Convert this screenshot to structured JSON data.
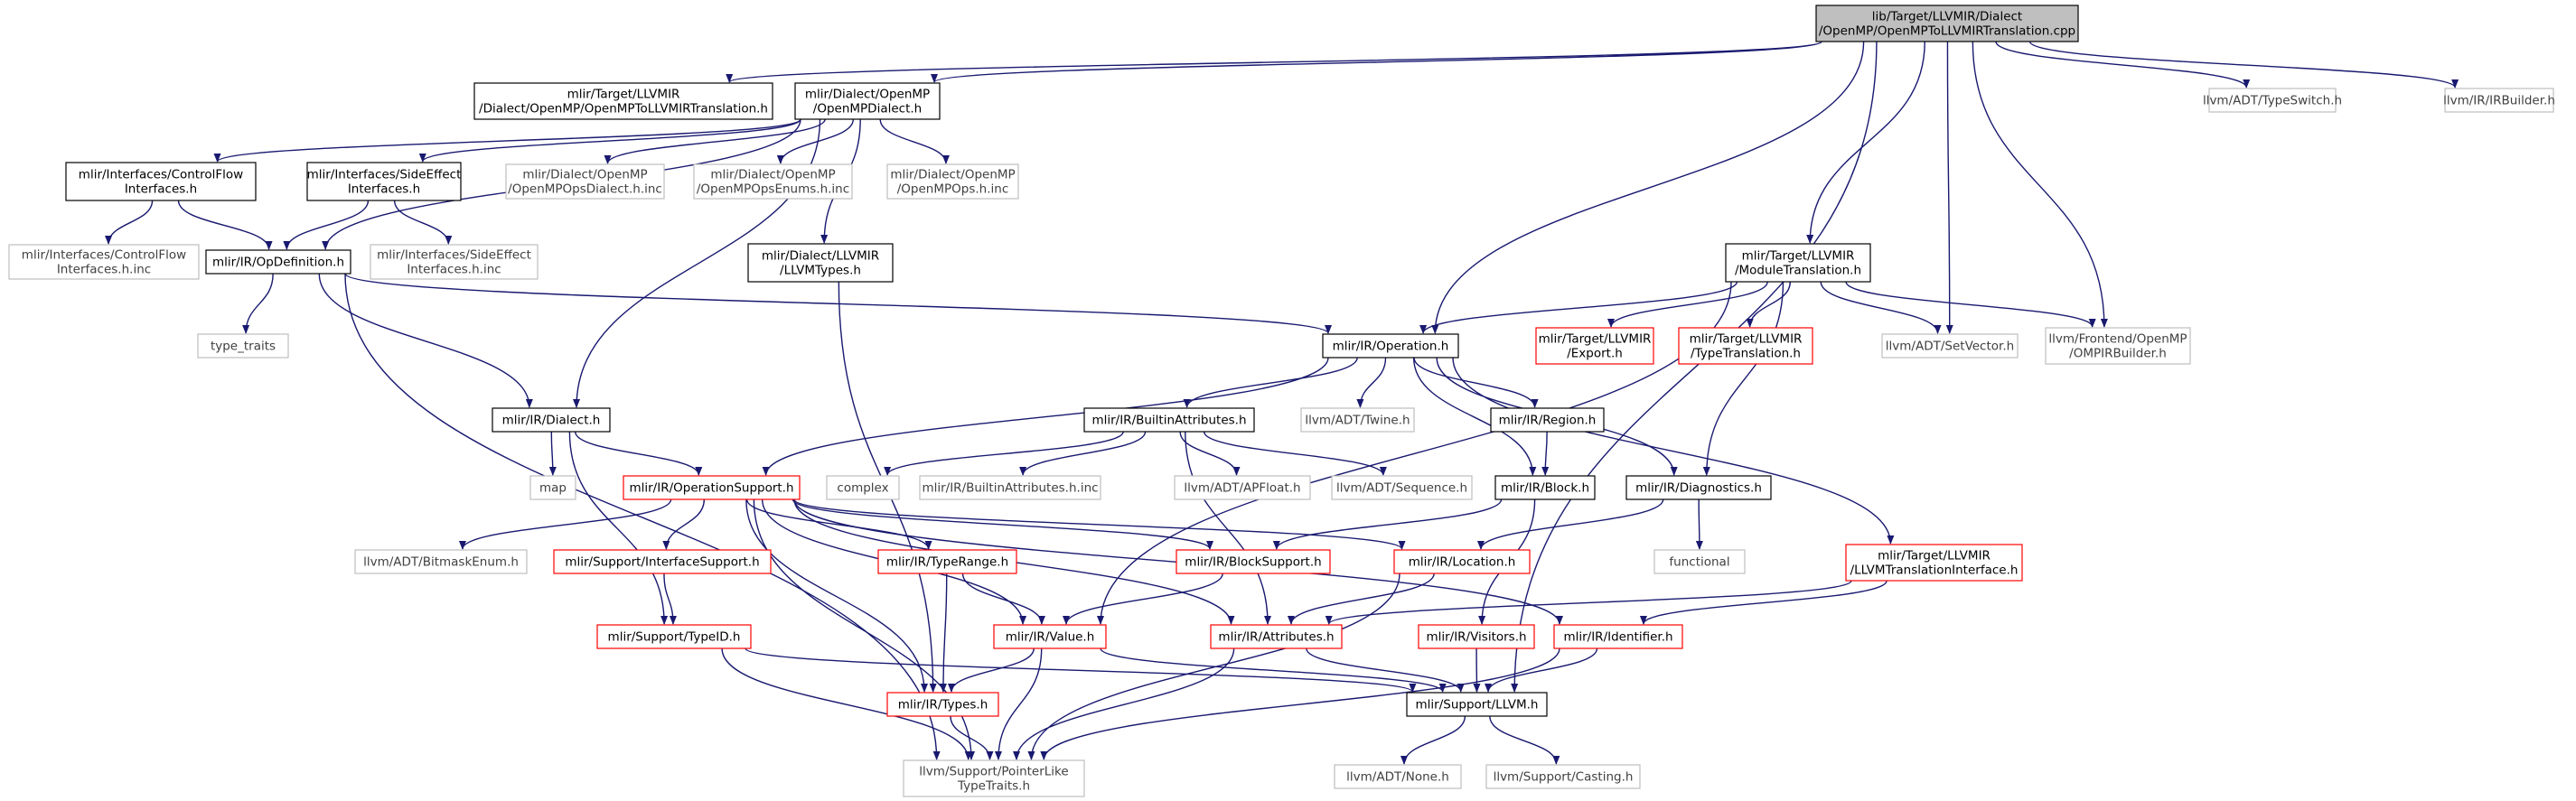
{
  "colors": {
    "edge": "#191970",
    "box_border_default": "#000000",
    "box_border_external": "#bfbfbf",
    "box_border_red": "#ff0000",
    "root_fill": "#bfbfbf",
    "text_default": "#000000",
    "text_external": "#404040"
  },
  "nodes": {
    "root": {
      "lines": [
        "lib/Target/LLVMIR/Dialect",
        "/OpenMP/OpenMPToLLVMIRTranslation.cpp"
      ],
      "kind": "root"
    },
    "omp_to_llvmir_h": {
      "lines": [
        "mlir/Target/LLVMIR",
        "/Dialect/OpenMP/OpenMPToLLVMIRTranslation.h"
      ],
      "kind": "normal"
    },
    "openmp_dialect_h": {
      "lines": [
        "mlir/Dialect/OpenMP",
        "/OpenMPDialect.h"
      ],
      "kind": "normal"
    },
    "typeswitch_h": {
      "lines": [
        "llvm/ADT/TypeSwitch.h"
      ],
      "kind": "external"
    },
    "irbuilder_h": {
      "lines": [
        "llvm/IR/IRBuilder.h"
      ],
      "kind": "external"
    },
    "controlflow_h": {
      "lines": [
        "mlir/Interfaces/ControlFlow",
        "Interfaces.h"
      ],
      "kind": "normal"
    },
    "sideeffect_h": {
      "lines": [
        "mlir/Interfaces/SideEffect",
        "Interfaces.h"
      ],
      "kind": "normal"
    },
    "opsdialect_inc": {
      "lines": [
        "mlir/Dialect/OpenMP",
        "/OpenMPOpsDialect.h.inc"
      ],
      "kind": "external"
    },
    "opsenums_inc": {
      "lines": [
        "mlir/Dialect/OpenMP",
        "/OpenMPOpsEnums.h.inc"
      ],
      "kind": "external"
    },
    "ops_inc": {
      "lines": [
        "mlir/Dialect/OpenMP",
        "/OpenMPOps.h.inc"
      ],
      "kind": "external"
    },
    "controlflow_inc": {
      "lines": [
        "mlir/Interfaces/ControlFlow",
        "Interfaces.h.inc"
      ],
      "kind": "external"
    },
    "sideeffect_inc": {
      "lines": [
        "mlir/Interfaces/SideEffect",
        "Interfaces.h.inc"
      ],
      "kind": "external"
    },
    "opdefinition_h": {
      "lines": [
        "mlir/IR/OpDefinition.h"
      ],
      "kind": "normal"
    },
    "llvmtypes_h": {
      "lines": [
        "mlir/Dialect/LLVMIR",
        "/LLVMTypes.h"
      ],
      "kind": "normal"
    },
    "moduletranslation_h": {
      "lines": [
        "mlir/Target/LLVMIR",
        "/ModuleTranslation.h"
      ],
      "kind": "normal"
    },
    "type_traits": {
      "lines": [
        "type_traits"
      ],
      "kind": "external"
    },
    "operation_h": {
      "lines": [
        "mlir/IR/Operation.h"
      ],
      "kind": "normal"
    },
    "export_h": {
      "lines": [
        "mlir/Target/LLVMIR",
        "/Export.h"
      ],
      "kind": "red"
    },
    "typetranslation_h": {
      "lines": [
        "mlir/Target/LLVMIR",
        "/TypeTranslation.h"
      ],
      "kind": "red"
    },
    "setvector_h": {
      "lines": [
        "llvm/ADT/SetVector.h"
      ],
      "kind": "external"
    },
    "ompirbuilder_h": {
      "lines": [
        "llvm/Frontend/OpenMP",
        "/OMPIRBuilder.h"
      ],
      "kind": "external"
    },
    "dialect_h": {
      "lines": [
        "mlir/IR/Dialect.h"
      ],
      "kind": "normal"
    },
    "builtinattributes_h": {
      "lines": [
        "mlir/IR/BuiltinAttributes.h"
      ],
      "kind": "normal"
    },
    "twine_h": {
      "lines": [
        "llvm/ADT/Twine.h"
      ],
      "kind": "external"
    },
    "region_h": {
      "lines": [
        "mlir/IR/Region.h"
      ],
      "kind": "normal"
    },
    "map": {
      "lines": [
        "map"
      ],
      "kind": "external"
    },
    "operationsupport_h": {
      "lines": [
        "mlir/IR/OperationSupport.h"
      ],
      "kind": "red"
    },
    "complex": {
      "lines": [
        "complex"
      ],
      "kind": "external"
    },
    "builtinattributes_inc": {
      "lines": [
        "mlir/IR/BuiltinAttributes.h.inc"
      ],
      "kind": "external"
    },
    "apfloat_h": {
      "lines": [
        "llvm/ADT/APFloat.h"
      ],
      "kind": "external"
    },
    "sequence_h": {
      "lines": [
        "llvm/ADT/Sequence.h"
      ],
      "kind": "external"
    },
    "block_h": {
      "lines": [
        "mlir/IR/Block.h"
      ],
      "kind": "normal"
    },
    "diagnostics_h": {
      "lines": [
        "mlir/IR/Diagnostics.h"
      ],
      "kind": "normal"
    },
    "llvmtranslationinterface_h": {
      "lines": [
        "mlir/Target/LLVMIR",
        "/LLVMTranslationInterface.h"
      ],
      "kind": "red"
    },
    "bitmaskenum_h": {
      "lines": [
        "llvm/ADT/BitmaskEnum.h"
      ],
      "kind": "external"
    },
    "interfacesupport_h": {
      "lines": [
        "mlir/Support/InterfaceSupport.h"
      ],
      "kind": "red"
    },
    "typerange_h": {
      "lines": [
        "mlir/IR/TypeRange.h"
      ],
      "kind": "red"
    },
    "blocksupport_h": {
      "lines": [
        "mlir/IR/BlockSupport.h"
      ],
      "kind": "red"
    },
    "location_h": {
      "lines": [
        "mlir/IR/Location.h"
      ],
      "kind": "red"
    },
    "functional": {
      "lines": [
        "functional"
      ],
      "kind": "external"
    },
    "typeid_h": {
      "lines": [
        "mlir/Support/TypeID.h"
      ],
      "kind": "red"
    },
    "value_h": {
      "lines": [
        "mlir/IR/Value.h"
      ],
      "kind": "red"
    },
    "attributes_h": {
      "lines": [
        "mlir/IR/Attributes.h"
      ],
      "kind": "red"
    },
    "visitors_h": {
      "lines": [
        "mlir/IR/Visitors.h"
      ],
      "kind": "red"
    },
    "identifier_h": {
      "lines": [
        "mlir/IR/Identifier.h"
      ],
      "kind": "red"
    },
    "types_h": {
      "lines": [
        "mlir/IR/Types.h"
      ],
      "kind": "red"
    },
    "llvm_h": {
      "lines": [
        "mlir/Support/LLVM.h"
      ],
      "kind": "normal"
    },
    "pointerliketypetraits_h": {
      "lines": [
        "llvm/Support/PointerLike",
        "TypeTraits.h"
      ],
      "kind": "external"
    },
    "none_h": {
      "lines": [
        "llvm/ADT/None.h"
      ],
      "kind": "external"
    },
    "casting_h": {
      "lines": [
        "llvm/Support/Casting.h"
      ],
      "kind": "external"
    }
  },
  "edges": [
    [
      "root",
      "omp_to_llvmir_h"
    ],
    [
      "root",
      "openmp_dialect_h"
    ],
    [
      "root",
      "operation_h"
    ],
    [
      "root",
      "moduletranslation_h"
    ],
    [
      "root",
      "setvector_h"
    ],
    [
      "root",
      "ompirbuilder_h"
    ],
    [
      "root",
      "typeswitch_h"
    ],
    [
      "root",
      "irbuilder_h"
    ],
    [
      "root",
      "llvm_h"
    ],
    [
      "openmp_dialect_h",
      "controlflow_h"
    ],
    [
      "openmp_dialect_h",
      "sideeffect_h"
    ],
    [
      "openmp_dialect_h",
      "opdefinition_h"
    ],
    [
      "openmp_dialect_h",
      "opsdialect_inc"
    ],
    [
      "openmp_dialect_h",
      "opsenums_inc"
    ],
    [
      "openmp_dialect_h",
      "ops_inc"
    ],
    [
      "openmp_dialect_h",
      "llvmtypes_h"
    ],
    [
      "openmp_dialect_h",
      "dialect_h"
    ],
    [
      "controlflow_h",
      "controlflow_inc"
    ],
    [
      "controlflow_h",
      "opdefinition_h"
    ],
    [
      "sideeffect_h",
      "sideeffect_inc"
    ],
    [
      "sideeffect_h",
      "opdefinition_h"
    ],
    [
      "opdefinition_h",
      "type_traits"
    ],
    [
      "opdefinition_h",
      "operation_h"
    ],
    [
      "opdefinition_h",
      "dialect_h"
    ],
    [
      "opdefinition_h",
      "pointerliketypetraits_h"
    ],
    [
      "llvmtypes_h",
      "types_h"
    ],
    [
      "moduletranslation_h",
      "operation_h"
    ],
    [
      "moduletranslation_h",
      "export_h"
    ],
    [
      "moduletranslation_h",
      "typetranslation_h"
    ],
    [
      "moduletranslation_h",
      "setvector_h"
    ],
    [
      "moduletranslation_h",
      "ompirbuilder_h"
    ],
    [
      "moduletranslation_h",
      "diagnostics_h"
    ],
    [
      "moduletranslation_h",
      "value_h"
    ],
    [
      "operation_h",
      "builtinattributes_h"
    ],
    [
      "operation_h",
      "twine_h"
    ],
    [
      "operation_h",
      "region_h"
    ],
    [
      "operation_h",
      "block_h"
    ],
    [
      "operation_h",
      "operationsupport_h"
    ],
    [
      "operation_h",
      "diagnostics_h"
    ],
    [
      "operation_h",
      "llvmtranslationinterface_h"
    ],
    [
      "dialect_h",
      "map"
    ],
    [
      "dialect_h",
      "operationsupport_h"
    ],
    [
      "dialect_h",
      "typeid_h"
    ],
    [
      "builtinattributes_h",
      "complex"
    ],
    [
      "builtinattributes_h",
      "builtinattributes_inc"
    ],
    [
      "builtinattributes_h",
      "apfloat_h"
    ],
    [
      "builtinattributes_h",
      "sequence_h"
    ],
    [
      "builtinattributes_h",
      "attributes_h"
    ],
    [
      "region_h",
      "block_h"
    ],
    [
      "block_h",
      "blocksupport_h"
    ],
    [
      "block_h",
      "visitors_h"
    ],
    [
      "diagnostics_h",
      "functional"
    ],
    [
      "diagnostics_h",
      "location_h"
    ],
    [
      "llvmtranslationinterface_h",
      "attributes_h"
    ],
    [
      "llvmtranslationinterface_h",
      "identifier_h"
    ],
    [
      "operationsupport_h",
      "bitmaskenum_h"
    ],
    [
      "operationsupport_h",
      "interfacesupport_h"
    ],
    [
      "operationsupport_h",
      "typerange_h"
    ],
    [
      "operationsupport_h",
      "blocksupport_h"
    ],
    [
      "operationsupport_h",
      "location_h"
    ],
    [
      "operationsupport_h",
      "value_h"
    ],
    [
      "operationsupport_h",
      "attributes_h"
    ],
    [
      "operationsupport_h",
      "identifier_h"
    ],
    [
      "operationsupport_h",
      "types_h"
    ],
    [
      "operationsupport_h",
      "pointerliketypetraits_h"
    ],
    [
      "interfacesupport_h",
      "typeid_h"
    ],
    [
      "typerange_h",
      "value_h"
    ],
    [
      "typerange_h",
      "types_h"
    ],
    [
      "blocksupport_h",
      "value_h"
    ],
    [
      "location_h",
      "attributes_h"
    ],
    [
      "location_h",
      "pointerliketypetraits_h"
    ],
    [
      "typeid_h",
      "llvm_h"
    ],
    [
      "typeid_h",
      "pointerliketypetraits_h"
    ],
    [
      "value_h",
      "types_h"
    ],
    [
      "value_h",
      "llvm_h"
    ],
    [
      "value_h",
      "pointerliketypetraits_h"
    ],
    [
      "attributes_h",
      "llvm_h"
    ],
    [
      "attributes_h",
      "pointerliketypetraits_h"
    ],
    [
      "visitors_h",
      "llvm_h"
    ],
    [
      "identifier_h",
      "llvm_h"
    ],
    [
      "identifier_h",
      "pointerliketypetraits_h"
    ],
    [
      "types_h",
      "pointerliketypetraits_h"
    ],
    [
      "llvm_h",
      "none_h"
    ],
    [
      "llvm_h",
      "casting_h"
    ]
  ]
}
